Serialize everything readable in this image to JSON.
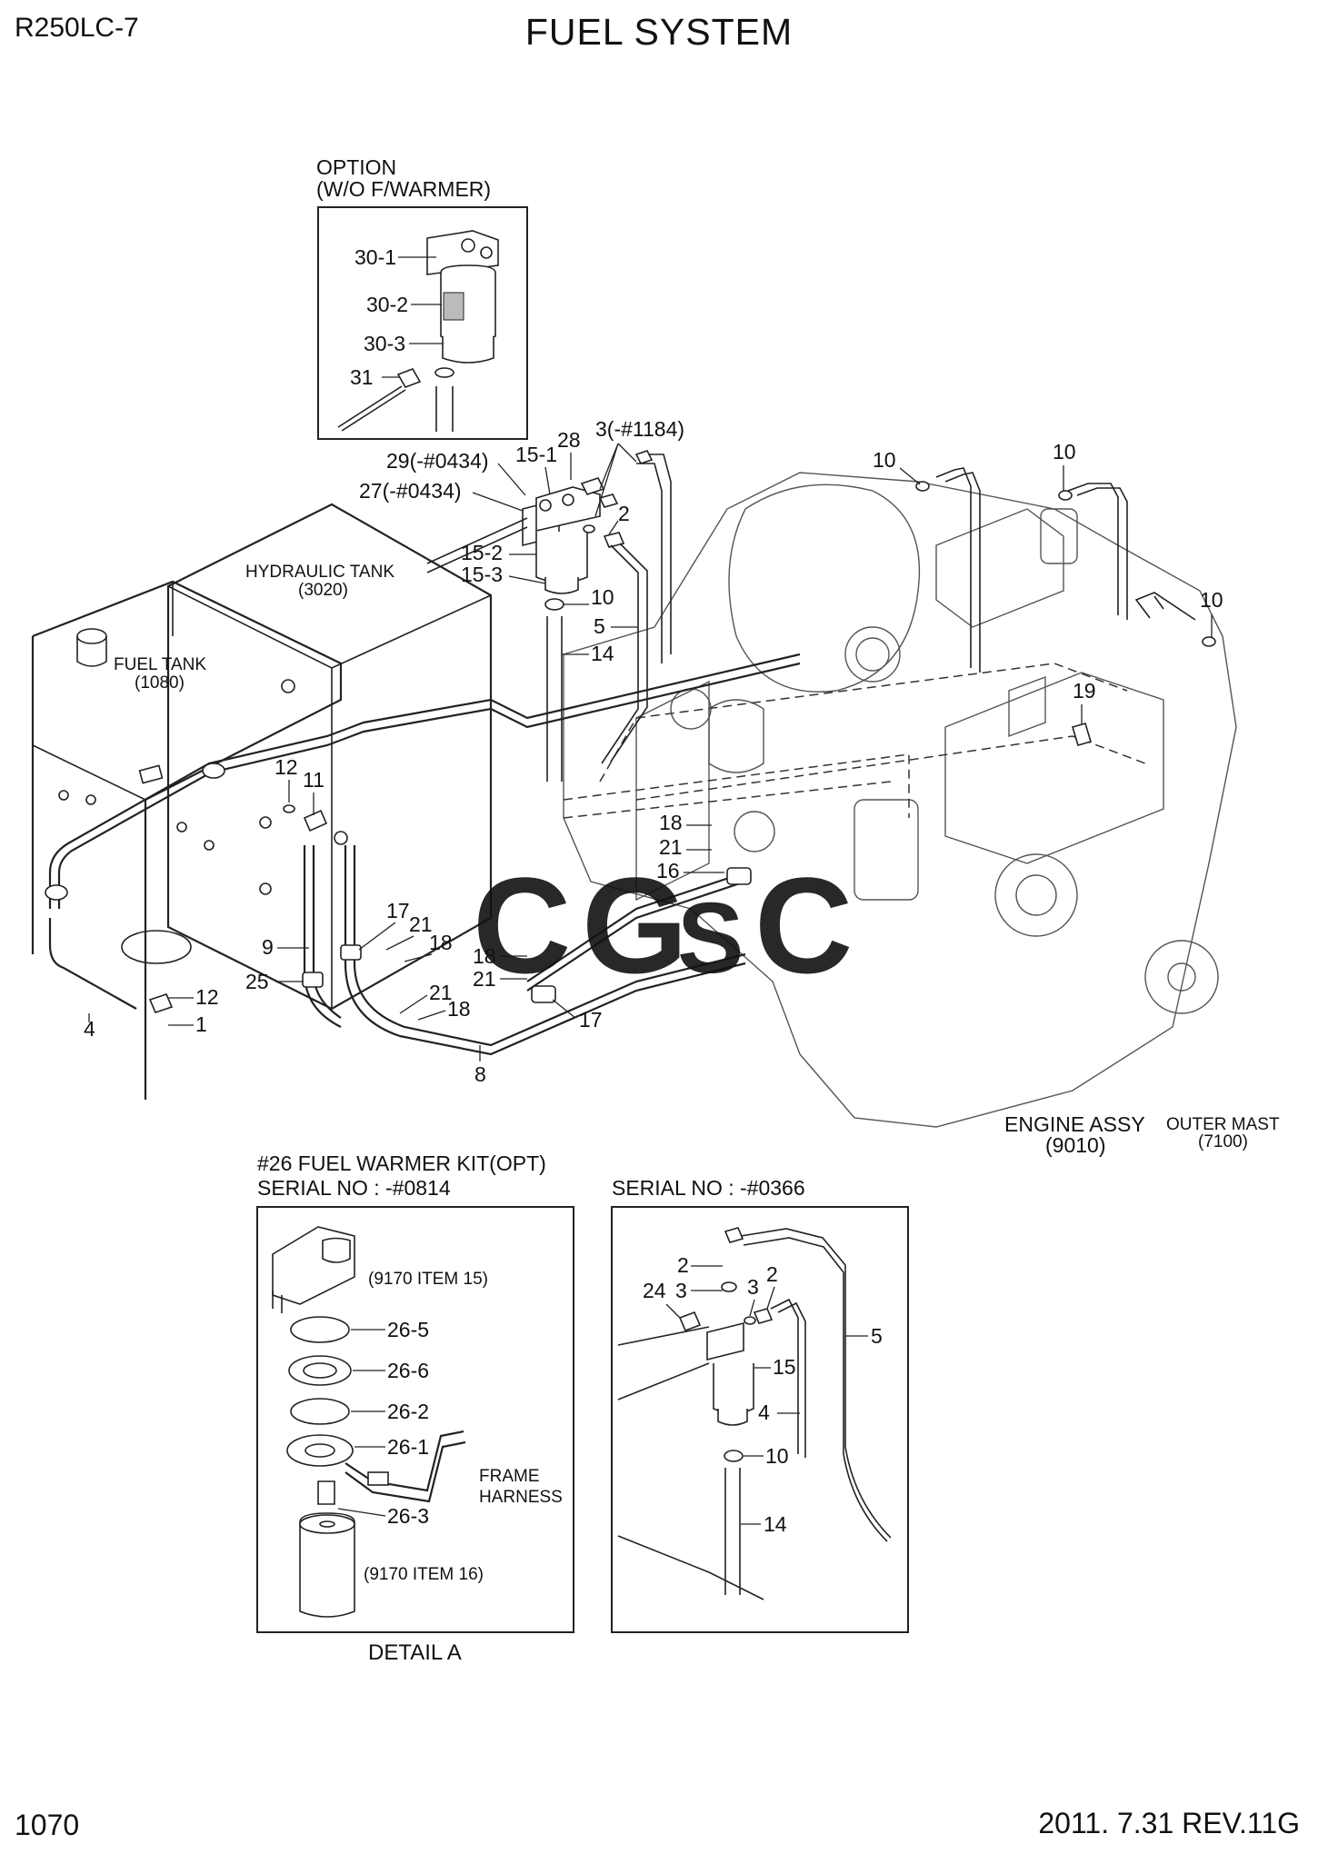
{
  "header": {
    "model": "R250LC-7",
    "title": "FUEL SYSTEM"
  },
  "footer": {
    "page": "1070",
    "revision": "2011. 7.31  REV.11G"
  },
  "option_box": {
    "title_line1": "OPTION",
    "title_line2": "(W/O F/WARMER)",
    "labels": [
      "30-1",
      "30-2",
      "30-3",
      "31"
    ]
  },
  "main": {
    "tanks": {
      "hydraulic": {
        "name": "HYDRAULIC TANK",
        "code": "(3020)"
      },
      "fuel": {
        "name": "FUEL TANK",
        "code": "(1080)"
      }
    },
    "engine": {
      "name": "ENGINE ASSY",
      "code": "(9010)"
    },
    "outer_mast": {
      "name": "OUTER MAST",
      "code": "(7100)"
    },
    "callouts": {
      "c28": "28",
      "c3": "3(-#1184)",
      "c29": "29(-#0434)",
      "c15_1": "15-1",
      "c27": "27(-#0434)",
      "c2": "2",
      "c15_2": "15-2",
      "c15_3": "15-3",
      "c10a": "10",
      "c5": "5",
      "c14": "14",
      "c10b": "10",
      "c10c": "10",
      "c10d": "10",
      "c19": "19",
      "c12a": "12",
      "c11": "11",
      "c18a": "18",
      "c21a": "21",
      "c16": "16",
      "c17a": "17",
      "c21b": "21",
      "c18b": "18",
      "c9": "9",
      "c25": "25",
      "c18c": "18",
      "c21c": "21",
      "c12b": "12",
      "c1": "1",
      "c4": "4",
      "c21d": "21",
      "c18d": "18",
      "c17b": "17",
      "c8": "8"
    }
  },
  "detail_a": {
    "heading_line1": "#26 FUEL WARMER KIT(OPT)",
    "heading_line2": "SERIAL NO : -#0814",
    "caption": "DETAIL A",
    "labels": {
      "ref15": "(9170 ITEM 15)",
      "p26_5": "26-5",
      "p26_6": "26-6",
      "p26_2": "26-2",
      "p26_1": "26-1",
      "frame": "FRAME",
      "harness": "HARNESS",
      "p26_3": "26-3",
      "ref16": "(9170 ITEM 16)"
    }
  },
  "serial_box": {
    "heading": "SERIAL NO : -#0366",
    "labels": {
      "a2": "2",
      "b24": "24",
      "b3": "3",
      "c3": "3",
      "c2": "2",
      "d5": "5",
      "e15": "15",
      "f4": "4",
      "g10": "10",
      "h14": "14"
    }
  },
  "watermark": {
    "letters": [
      "C",
      "G",
      "S",
      "C"
    ],
    "colors": [
      "#4a86e8",
      "#e06666",
      "#f6c244",
      "#57bb8a"
    ]
  }
}
